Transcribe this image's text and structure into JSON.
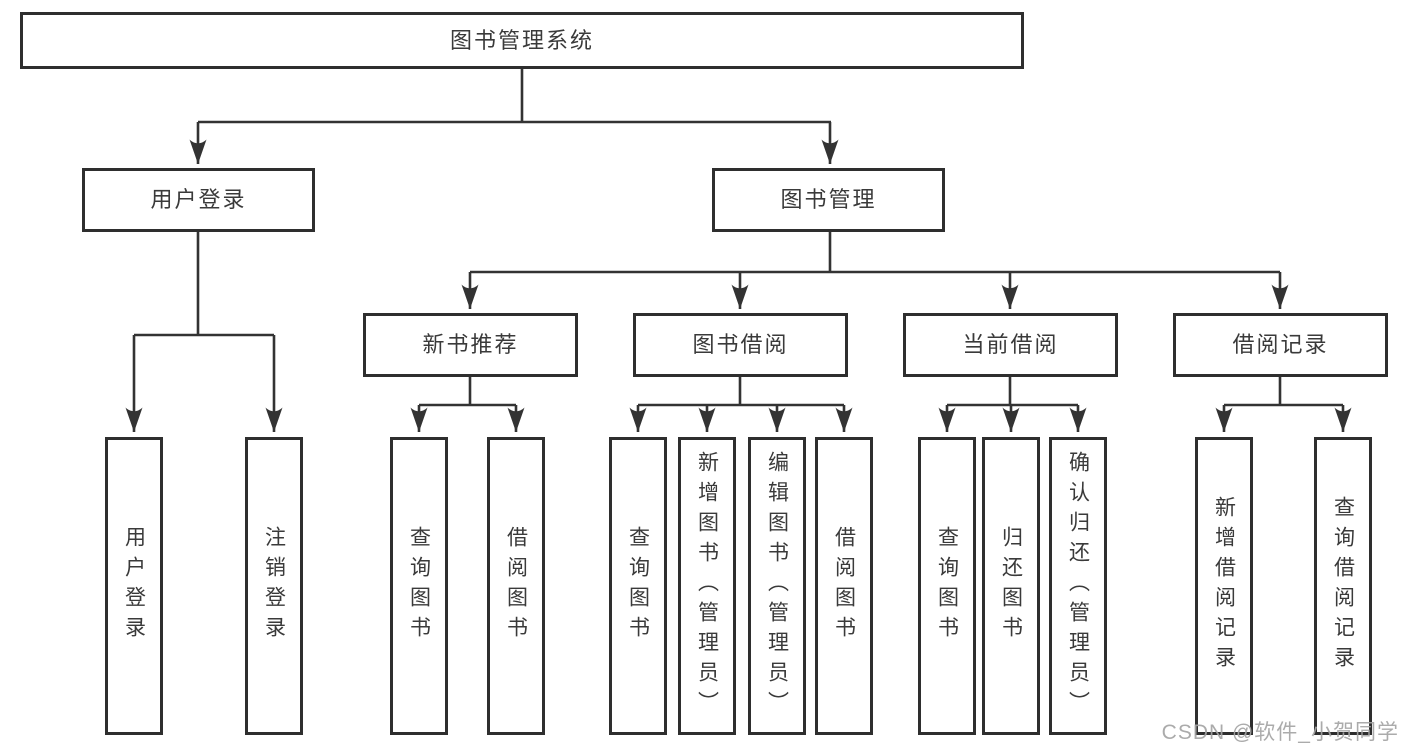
{
  "diagram": {
    "title": "图书管理系统",
    "branches": [
      {
        "label": "用户登录",
        "children": [
          {
            "label": "用户登录"
          },
          {
            "label": "注销登录"
          }
        ]
      },
      {
        "label": "图书管理",
        "children": [
          {
            "label": "新书推荐",
            "children": [
              {
                "label": "查询图书"
              },
              {
                "label": "借阅图书"
              }
            ]
          },
          {
            "label": "图书借阅",
            "children": [
              {
                "label": "查询图书"
              },
              {
                "label": "新增图书（管理员）"
              },
              {
                "label": "编辑图书（管理员）"
              },
              {
                "label": "借阅图书"
              }
            ]
          },
          {
            "label": "当前借阅",
            "children": [
              {
                "label": "查询图书"
              },
              {
                "label": "归还图书"
              },
              {
                "label": "确认归还（管理员）"
              }
            ]
          },
          {
            "label": "借阅记录",
            "children": [
              {
                "label": "新增借阅记录"
              },
              {
                "label": "查询借阅记录"
              }
            ]
          }
        ]
      }
    ]
  },
  "watermark": {
    "text": "CSDN @软件_小贺同学"
  },
  "colors": {
    "line": "#333333",
    "box_border": "#2e2e2e",
    "text": "#3a3a3a",
    "watermark": "#a4a4a4",
    "background": "#ffffff"
  }
}
